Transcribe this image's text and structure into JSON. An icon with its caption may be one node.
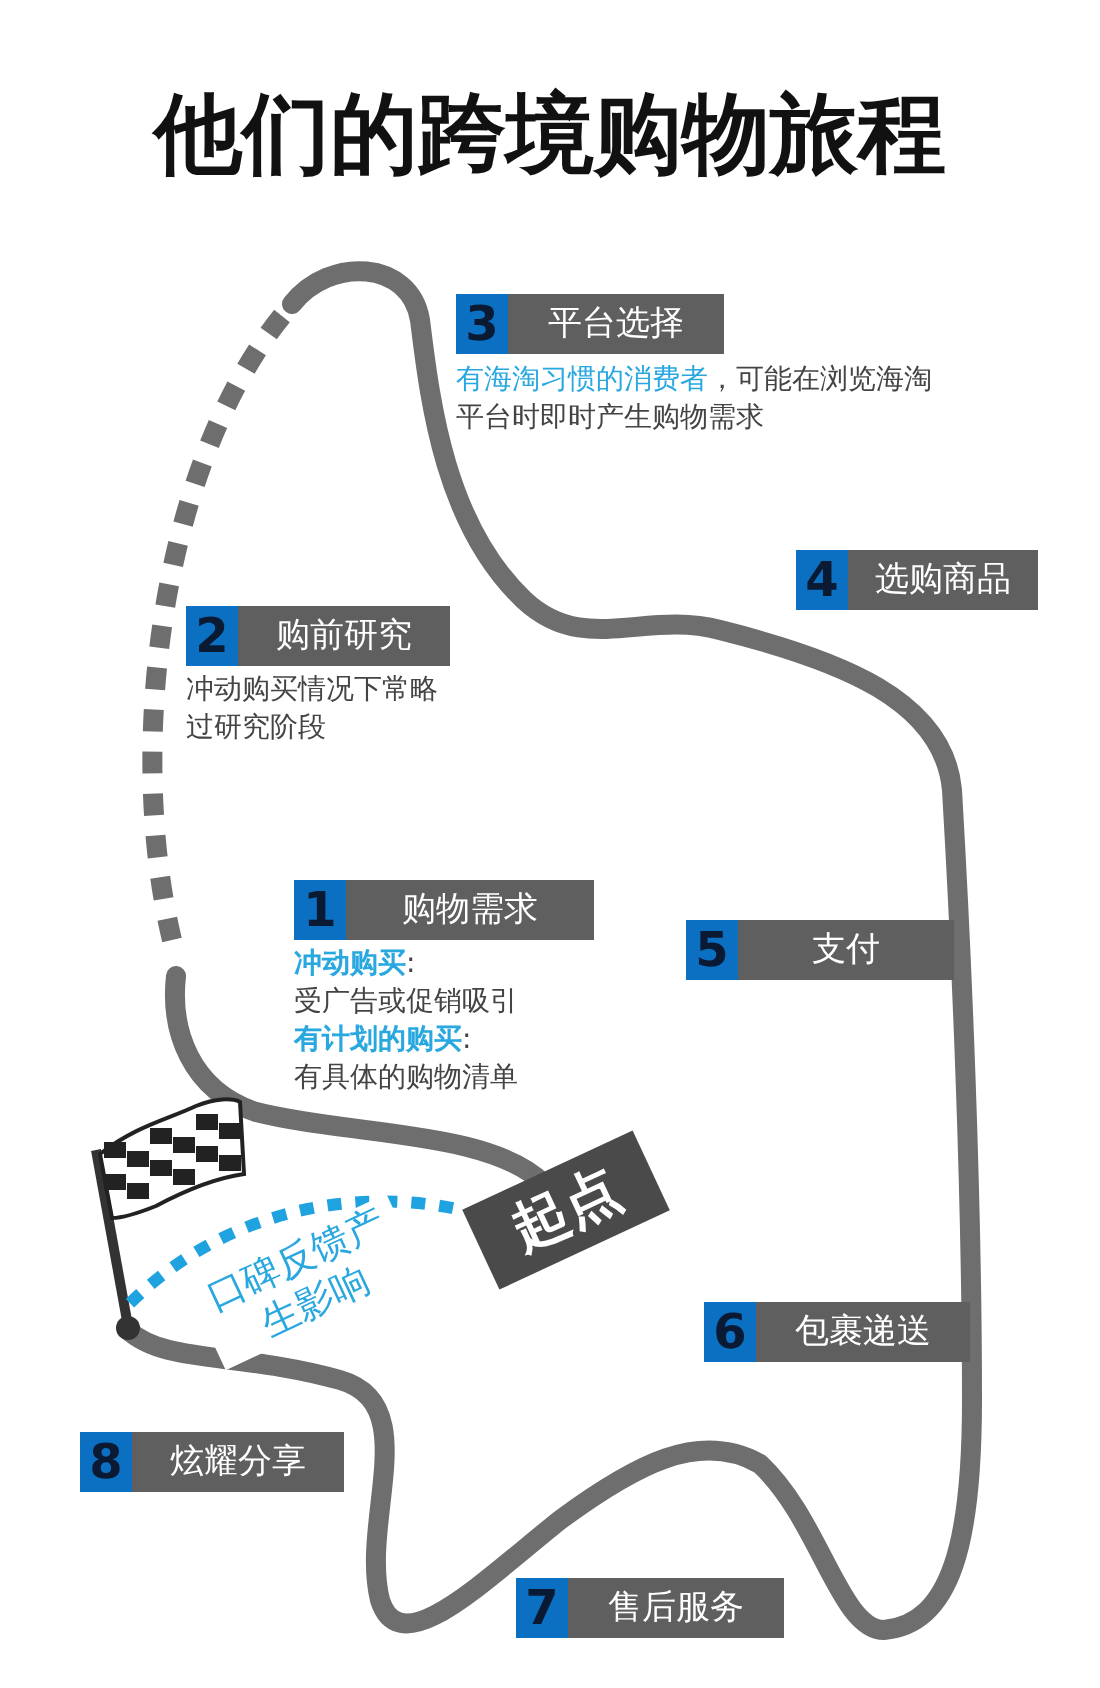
{
  "diagram": {
    "title": "他们的跨境购物旅程",
    "nodes": [
      {
        "text": [
          "起点"
        ]
      },
      {
        "text": [
          "1",
          "购物需求",
          "**冲动购买**:",
          "受广告或促销吸引",
          "**有计划的购买**:",
          "有具体的购物清单"
        ]
      },
      {
        "text": [
          "2",
          "购前研究",
          "冲动购买情况下常略过研究阶段"
        ]
      },
      {
        "text": [
          "3",
          "平台选择",
          "**有海淘习惯的消费者**，可能在浏览海淘平台时即时产生购物需求"
        ]
      },
      {
        "text": [
          "4",
          "选购商品"
        ]
      },
      {
        "text": [
          "5",
          "支付"
        ]
      },
      {
        "text": [
          "6",
          "包裹递送"
        ]
      },
      {
        "text": [
          "7",
          "售后服务"
        ]
      },
      {
        "text": [
          "8",
          "炫耀分享"
        ]
      },
      {
        "text": [],
        "shape": "flag"
      }
    ],
    "edges": [
      {
        "from": 9,
        "to": 0,
        "arrow": "none",
        "label": "口碑反馈产生影响",
        "style": "dashed",
        "color": "#1fa3e0"
      }
    ]
  }
}
